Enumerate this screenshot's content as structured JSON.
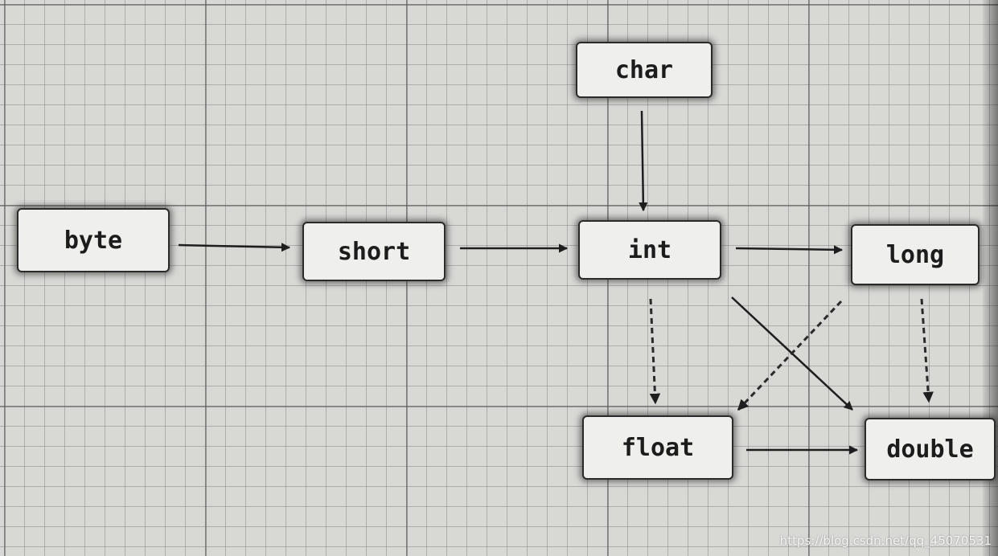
{
  "nodes": {
    "byte": "byte",
    "short": "short",
    "char": "char",
    "int": "int",
    "long": "long",
    "float": "float",
    "double": "double"
  },
  "edges": [
    {
      "from": "byte",
      "to": "short",
      "style": "solid"
    },
    {
      "from": "short",
      "to": "int",
      "style": "solid"
    },
    {
      "from": "char",
      "to": "int",
      "style": "solid"
    },
    {
      "from": "int",
      "to": "long",
      "style": "solid"
    },
    {
      "from": "int",
      "to": "float",
      "style": "dashed"
    },
    {
      "from": "int",
      "to": "double",
      "style": "solid"
    },
    {
      "from": "long",
      "to": "float",
      "style": "dashed"
    },
    {
      "from": "long",
      "to": "double",
      "style": "dashed"
    },
    {
      "from": "float",
      "to": "double",
      "style": "solid"
    }
  ],
  "watermark": "https://blog.csdn.net/qq_45070531"
}
